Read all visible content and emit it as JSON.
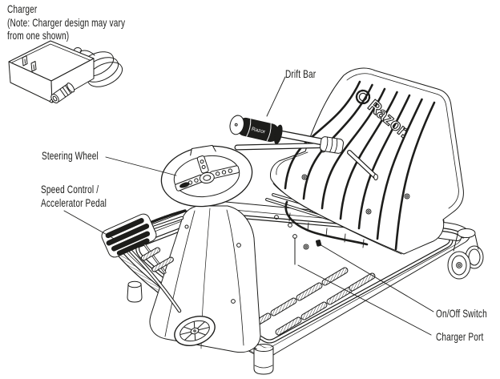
{
  "page": {
    "background": "#ffffff",
    "ink": "#1d1d1b"
  },
  "labels": {
    "charger": {
      "line1": "Charger",
      "line2": "(Note: Charger design may vary",
      "line3": "from one shown)"
    },
    "drift_bar": "Drift Bar",
    "steering_wheel": "Steering Wheel",
    "speed_control": {
      "line1": "Speed Control /",
      "line2": "Accelerator Pedal"
    },
    "on_off_switch": "On/Off Switch",
    "charger_port": "Charger Port"
  },
  "seat": {
    "logo_text": "Razor.",
    "logo_icon": "gear-icon"
  },
  "drift_bar_grip": {
    "text": "Razor"
  }
}
